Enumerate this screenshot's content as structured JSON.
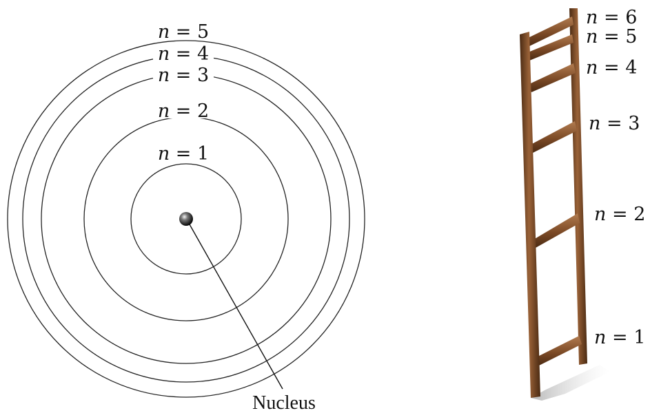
{
  "atom": {
    "orbit_labels": [
      {
        "var": "n",
        "eq": " = ",
        "num": "1"
      },
      {
        "var": "n",
        "eq": " = ",
        "num": "2"
      },
      {
        "var": "n",
        "eq": " = ",
        "num": "3"
      },
      {
        "var": "n",
        "eq": " = ",
        "num": "4"
      },
      {
        "var": "n",
        "eq": " = ",
        "num": "5"
      }
    ],
    "nucleus_label": "Nucleus"
  },
  "ladder": {
    "rung_labels": [
      {
        "var": "n",
        "eq": " = ",
        "num": "1"
      },
      {
        "var": "n",
        "eq": " = ",
        "num": "2"
      },
      {
        "var": "n",
        "eq": " = ",
        "num": "3"
      },
      {
        "var": "n",
        "eq": " = ",
        "num": "4"
      },
      {
        "var": "n",
        "eq": " = ",
        "num": "5"
      },
      {
        "var": "n",
        "eq": " = ",
        "num": "6"
      }
    ]
  },
  "colors": {
    "wood_dark": "#5a3418",
    "wood_mid": "#8a5530",
    "wood_light": "#b07a4e",
    "shadow": "#bbbbbb",
    "ink": "#111111"
  }
}
